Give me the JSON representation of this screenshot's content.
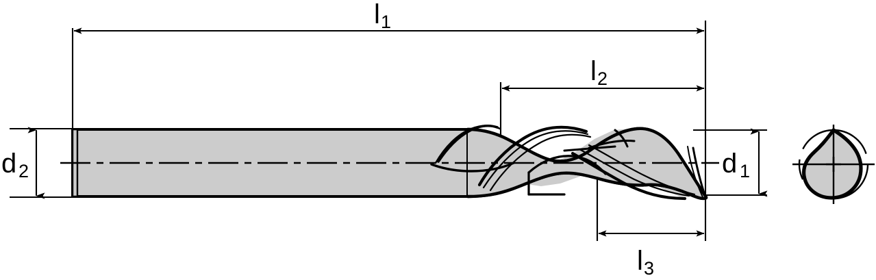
{
  "drawing": {
    "title": "Step drill tool technical drawing",
    "view_main": "side-section-view",
    "view_secondary": "end-cross-section-view",
    "colors": {
      "body_fill": "#cccccc",
      "outline": "#000000",
      "background": "#ffffff",
      "thin_line": "#1a1a1a"
    }
  },
  "dimensions": {
    "l1": {
      "label": "l",
      "sub": "1",
      "name": "overall-length",
      "orientation": "horizontal"
    },
    "l2": {
      "label": "l",
      "sub": "2",
      "name": "flute-length",
      "orientation": "horizontal"
    },
    "l3": {
      "label": "l",
      "sub": "3",
      "name": "tip-length",
      "orientation": "horizontal"
    },
    "d1": {
      "label": "d",
      "sub": "1",
      "name": "cutting-diameter",
      "orientation": "vertical"
    },
    "d2": {
      "label": "d",
      "sub": "2",
      "name": "shank-diameter",
      "orientation": "vertical"
    }
  }
}
